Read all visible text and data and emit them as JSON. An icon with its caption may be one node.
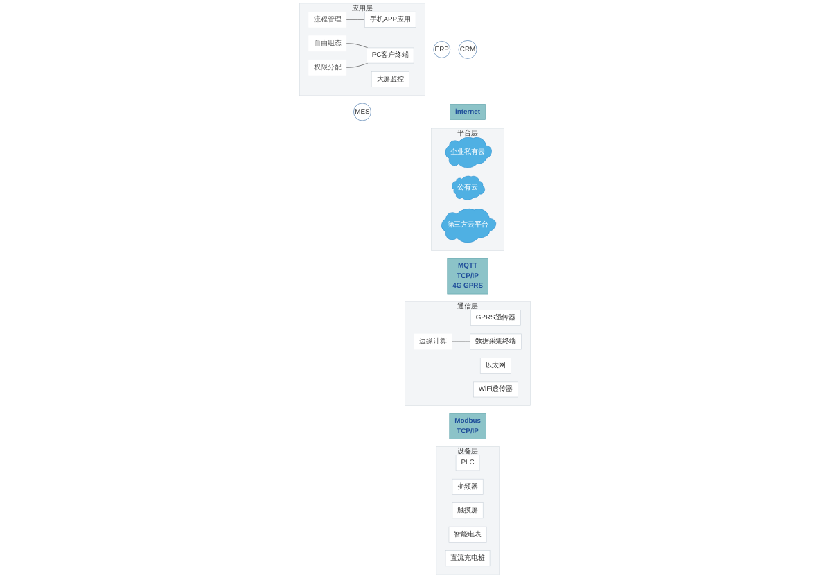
{
  "diagram": {
    "nodes": [
      {
        "text": [
          "应用层"
        ]
      },
      {
        "text": [
          "流程管理"
        ],
        "in": 0
      },
      {
        "text": [
          "手机APP应用"
        ],
        "in": 0
      },
      {
        "text": [
          "大屏监控"
        ],
        "in": 0
      },
      {
        "text": [
          "PC客户终端"
        ],
        "in": 0
      },
      {
        "text": [
          "自由组态"
        ],
        "in": 0
      },
      {
        "text": [
          "权限分配"
        ],
        "in": 0
      },
      {
        "text": [
          "MES"
        ]
      },
      {
        "text": [
          "ERP"
        ]
      },
      {
        "text": [
          "CRM"
        ]
      },
      {
        "text": [
          "internet"
        ]
      },
      {
        "text": [
          "平台层"
        ]
      },
      {
        "text": [
          "企业私有云"
        ],
        "in": 11
      },
      {
        "text": [
          "公有云"
        ],
        "in": 11
      },
      {
        "text": [
          "第三方云平台"
        ],
        "in": 11
      },
      {
        "text": [
          "MQTT",
          "TCP/IP",
          "4G GPRS"
        ]
      },
      {
        "text": [
          "通信层"
        ]
      },
      {
        "text": [
          "GPRS透传器"
        ],
        "in": 16
      },
      {
        "text": [
          "以太网"
        ],
        "in": 16
      },
      {
        "text": [
          "WiFi透传器"
        ],
        "in": 16
      },
      {
        "text": [
          "数据采集终端"
        ],
        "in": 16
      },
      {
        "text": [
          "边缘计算"
        ],
        "in": 16
      },
      {
        "text": [
          "Modbus",
          "TCP/IP"
        ]
      },
      {
        "text": [
          "设备层"
        ]
      },
      {
        "text": [
          "PLC"
        ],
        "in": 23
      },
      {
        "text": [
          "变频器"
        ],
        "in": 23
      },
      {
        "text": [
          "触摸屏"
        ],
        "in": 23
      },
      {
        "text": [
          "智能电表"
        ],
        "in": 23
      },
      {
        "text": [
          "直流充电桩"
        ],
        "in": 23
      }
    ],
    "edges": [
      {
        "from": 1,
        "to": 2,
        "arrow": "none"
      },
      {
        "from": 5,
        "to": 4,
        "arrow": "none"
      },
      {
        "from": 6,
        "to": 4,
        "arrow": "none"
      },
      {
        "from": 21,
        "to": 20,
        "arrow": "none"
      }
    ]
  }
}
